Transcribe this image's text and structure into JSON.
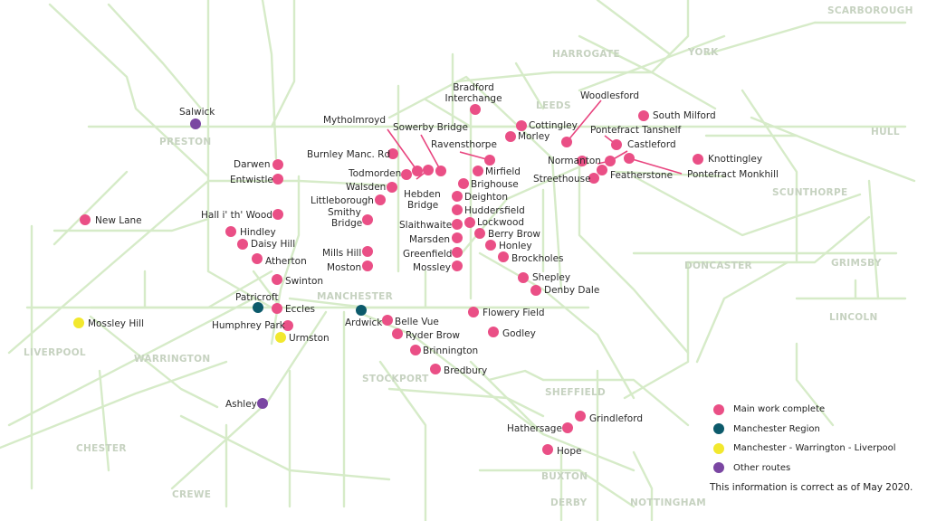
{
  "colors": {
    "complete": "#ea4f86",
    "manchester_region": "#0c5a6b",
    "mwl": "#f2e82e",
    "other": "#7a46a2",
    "rail": "#d6ebc8",
    "city_label": "#c6d2c0"
  },
  "cities": [
    {
      "id": "scarborough",
      "name": "SCARBOROUGH"
    },
    {
      "id": "harrogate",
      "name": "HARROGATE"
    },
    {
      "id": "york",
      "name": "YORK"
    },
    {
      "id": "leeds",
      "name": "LEEDS"
    },
    {
      "id": "preston",
      "name": "PRESTON"
    },
    {
      "id": "hull",
      "name": "HULL"
    },
    {
      "id": "scunthorpe",
      "name": "SCUNTHORPE"
    },
    {
      "id": "doncaster",
      "name": "DONCASTER"
    },
    {
      "id": "grimsby",
      "name": "GRIMSBY"
    },
    {
      "id": "manchester",
      "name": "MANCHESTER"
    },
    {
      "id": "lincoln",
      "name": "LINCOLN"
    },
    {
      "id": "liverpool",
      "name": "LIVERPOOL"
    },
    {
      "id": "warrington",
      "name": "WARRINGTON"
    },
    {
      "id": "stockport",
      "name": "STOCKPORT"
    },
    {
      "id": "sheffield",
      "name": "SHEFFIELD"
    },
    {
      "id": "chester",
      "name": "CHESTER"
    },
    {
      "id": "buxton",
      "name": "BUXTON"
    },
    {
      "id": "crewe",
      "name": "CREWE"
    },
    {
      "id": "derby",
      "name": "DERBY"
    },
    {
      "id": "nottingham",
      "name": "NOTTINGHAM"
    }
  ],
  "stations": [
    {
      "id": "salwick",
      "name": "Salwick",
      "category": "other"
    },
    {
      "id": "bradford-interchange",
      "name": "Bradford Interchange",
      "category": "complete"
    },
    {
      "id": "woodlesford",
      "name": "Woodlesford",
      "category": "complete"
    },
    {
      "id": "south-milford",
      "name": "South Milford",
      "category": "complete"
    },
    {
      "id": "mytholmroyd",
      "name": "Mytholmroyd",
      "category": "complete"
    },
    {
      "id": "sowerby-bridge",
      "name": "Sowerby Bridge",
      "category": "complete"
    },
    {
      "id": "cottingley",
      "name": "Cottingley",
      "category": "complete"
    },
    {
      "id": "morley",
      "name": "Morley",
      "category": "complete"
    },
    {
      "id": "pontefract-tanshelf",
      "name": "Pontefract Tanshelf",
      "category": "complete"
    },
    {
      "id": "castleford",
      "name": "Castleford",
      "category": "complete"
    },
    {
      "id": "ravensthorpe",
      "name": "Ravensthorpe",
      "category": "complete"
    },
    {
      "id": "knottingley",
      "name": "Knottingley",
      "category": "complete"
    },
    {
      "id": "burnley-manc-rd",
      "name": "Burnley Manc. Rd",
      "category": "complete"
    },
    {
      "id": "normanton",
      "name": "Normanton",
      "category": "complete"
    },
    {
      "id": "darwen",
      "name": "Darwen",
      "category": "complete"
    },
    {
      "id": "todmorden",
      "name": "Todmorden",
      "category": "complete"
    },
    {
      "id": "hebden-bridge",
      "name": "Hebden Bridge",
      "category": "complete"
    },
    {
      "id": "mirfield",
      "name": "Mirfield",
      "category": "complete"
    },
    {
      "id": "featherstone",
      "name": "Featherstone",
      "category": "complete"
    },
    {
      "id": "pontefract-monkhill",
      "name": "Pontefract Monkhill",
      "category": "complete"
    },
    {
      "id": "entwistle",
      "name": "Entwistle",
      "category": "complete"
    },
    {
      "id": "streethouse",
      "name": "Streethouse",
      "category": "complete"
    },
    {
      "id": "walsden",
      "name": "Walsden",
      "category": "complete"
    },
    {
      "id": "brighouse",
      "name": "Brighouse",
      "category": "complete"
    },
    {
      "id": "littleborough",
      "name": "Littleborough",
      "category": "complete"
    },
    {
      "id": "deighton",
      "name": "Deighton",
      "category": "complete"
    },
    {
      "id": "hall-i-th-wood",
      "name": "Hall i' th' Wood",
      "category": "complete"
    },
    {
      "id": "huddersfield",
      "name": "Huddersfield",
      "category": "complete"
    },
    {
      "id": "smithy-bridge",
      "name": "Smithy Bridge",
      "category": "complete"
    },
    {
      "id": "new-lane",
      "name": "New Lane",
      "category": "complete"
    },
    {
      "id": "slaithwaite",
      "name": "Slaithwaite",
      "category": "complete"
    },
    {
      "id": "lockwood",
      "name": "Lockwood",
      "category": "complete"
    },
    {
      "id": "hindley",
      "name": "Hindley",
      "category": "complete"
    },
    {
      "id": "berry-brow",
      "name": "Berry Brow",
      "category": "complete"
    },
    {
      "id": "marsden",
      "name": "Marsden",
      "category": "complete"
    },
    {
      "id": "daisy-hill",
      "name": "Daisy Hill",
      "category": "complete"
    },
    {
      "id": "honley",
      "name": "Honley",
      "category": "complete"
    },
    {
      "id": "mills-hill",
      "name": "Mills Hill",
      "category": "complete"
    },
    {
      "id": "greenfield",
      "name": "Greenfield",
      "category": "complete"
    },
    {
      "id": "atherton",
      "name": "Atherton",
      "category": "complete"
    },
    {
      "id": "brockholes",
      "name": "Brockholes",
      "category": "complete"
    },
    {
      "id": "moston",
      "name": "Moston",
      "category": "complete"
    },
    {
      "id": "mossley",
      "name": "Mossley",
      "category": "complete"
    },
    {
      "id": "swinton",
      "name": "Swinton",
      "category": "complete"
    },
    {
      "id": "shepley",
      "name": "Shepley",
      "category": "complete"
    },
    {
      "id": "denby-dale",
      "name": "Denby Dale",
      "category": "complete"
    },
    {
      "id": "patricroft",
      "name": "Patricroft",
      "category": "manchester_region"
    },
    {
      "id": "eccles",
      "name": "Eccles",
      "category": "complete"
    },
    {
      "id": "flowery-field",
      "name": "Flowery Field",
      "category": "complete"
    },
    {
      "id": "mossley-hill",
      "name": "Mossley Hill",
      "category": "mwl"
    },
    {
      "id": "ardwick",
      "name": "Ardwick",
      "category": "manchester_region"
    },
    {
      "id": "belle-vue",
      "name": "Belle Vue",
      "category": "complete"
    },
    {
      "id": "humphrey-park",
      "name": "Humphrey Park",
      "category": "complete"
    },
    {
      "id": "ryder-brow",
      "name": "Ryder Brow",
      "category": "complete"
    },
    {
      "id": "godley",
      "name": "Godley",
      "category": "complete"
    },
    {
      "id": "urmston",
      "name": "Urmston",
      "category": "mwl"
    },
    {
      "id": "brinnington",
      "name": "Brinnington",
      "category": "complete"
    },
    {
      "id": "bredbury",
      "name": "Bredbury",
      "category": "complete"
    },
    {
      "id": "ashley",
      "name": "Ashley",
      "category": "other"
    },
    {
      "id": "grindleford",
      "name": "Grindleford",
      "category": "complete"
    },
    {
      "id": "hathersage",
      "name": "Hathersage",
      "category": "complete"
    },
    {
      "id": "hope",
      "name": "Hope",
      "category": "complete"
    }
  ],
  "legend": [
    {
      "label": "Main work complete",
      "category": "complete"
    },
    {
      "label": "Manchester Region",
      "category": "manchester_region"
    },
    {
      "label": "Manchester - Warrington - Liverpool",
      "category": "mwl"
    },
    {
      "label": "Other routes",
      "category": "other"
    }
  ],
  "footnote": "This information is correct as of May 2020."
}
